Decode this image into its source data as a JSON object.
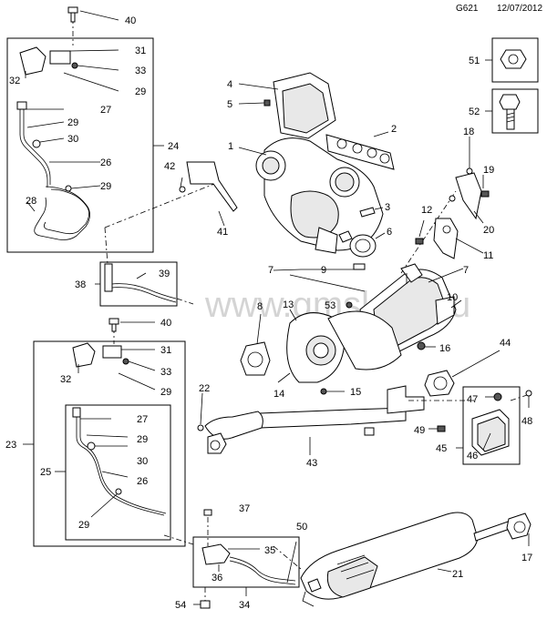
{
  "header": {
    "code": "G621",
    "date": "12/07/2012"
  },
  "watermark": "www.gmsklad.ru",
  "callouts": [
    {
      "id": "c1",
      "text": "1"
    },
    {
      "id": "c2",
      "text": "2"
    },
    {
      "id": "c3",
      "text": "3"
    },
    {
      "id": "c4",
      "text": "4"
    },
    {
      "id": "c5",
      "text": "5"
    },
    {
      "id": "c6",
      "text": "6"
    },
    {
      "id": "c7a",
      "text": "7"
    },
    {
      "id": "c7b",
      "text": "7"
    },
    {
      "id": "c8",
      "text": "8"
    },
    {
      "id": "c9",
      "text": "9"
    },
    {
      "id": "c10",
      "text": "10"
    },
    {
      "id": "c11",
      "text": "11"
    },
    {
      "id": "c12",
      "text": "12"
    },
    {
      "id": "c13",
      "text": "13"
    },
    {
      "id": "c14",
      "text": "14"
    },
    {
      "id": "c15",
      "text": "15"
    },
    {
      "id": "c16",
      "text": "16"
    },
    {
      "id": "c17",
      "text": "17"
    },
    {
      "id": "c18",
      "text": "18"
    },
    {
      "id": "c19",
      "text": "19"
    },
    {
      "id": "c20",
      "text": "20"
    },
    {
      "id": "c21",
      "text": "21"
    },
    {
      "id": "c22",
      "text": "22"
    },
    {
      "id": "c23",
      "text": "23"
    },
    {
      "id": "c24",
      "text": "24"
    },
    {
      "id": "c25",
      "text": "25"
    },
    {
      "id": "c26a",
      "text": "26"
    },
    {
      "id": "c26b",
      "text": "26"
    },
    {
      "id": "c27a",
      "text": "27"
    },
    {
      "id": "c27b",
      "text": "27"
    },
    {
      "id": "c28",
      "text": "28"
    },
    {
      "id": "c29a",
      "text": "29"
    },
    {
      "id": "c29b",
      "text": "29"
    },
    {
      "id": "c29c",
      "text": "29"
    },
    {
      "id": "c29d",
      "text": "29"
    },
    {
      "id": "c29e",
      "text": "29"
    },
    {
      "id": "c29f",
      "text": "29"
    },
    {
      "id": "c30a",
      "text": "30"
    },
    {
      "id": "c30b",
      "text": "30"
    },
    {
      "id": "c31a",
      "text": "31"
    },
    {
      "id": "c31b",
      "text": "31"
    },
    {
      "id": "c32a",
      "text": "32"
    },
    {
      "id": "c32b",
      "text": "32"
    },
    {
      "id": "c33a",
      "text": "33"
    },
    {
      "id": "c33b",
      "text": "33"
    },
    {
      "id": "c34",
      "text": "34"
    },
    {
      "id": "c35",
      "text": "35"
    },
    {
      "id": "c36",
      "text": "36"
    },
    {
      "id": "c37",
      "text": "37"
    },
    {
      "id": "c38",
      "text": "38"
    },
    {
      "id": "c39",
      "text": "39"
    },
    {
      "id": "c40a",
      "text": "40"
    },
    {
      "id": "c40b",
      "text": "40"
    },
    {
      "id": "c41",
      "text": "41"
    },
    {
      "id": "c42",
      "text": "42"
    },
    {
      "id": "c43",
      "text": "43"
    },
    {
      "id": "c44",
      "text": "44"
    },
    {
      "id": "c45",
      "text": "45"
    },
    {
      "id": "c46",
      "text": "46"
    },
    {
      "id": "c47",
      "text": "47"
    },
    {
      "id": "c48",
      "text": "48"
    },
    {
      "id": "c49",
      "text": "49"
    },
    {
      "id": "c50",
      "text": "50"
    },
    {
      "id": "c51",
      "text": "51"
    },
    {
      "id": "c52",
      "text": "52"
    },
    {
      "id": "c53",
      "text": "53"
    },
    {
      "id": "c54",
      "text": "54"
    }
  ]
}
